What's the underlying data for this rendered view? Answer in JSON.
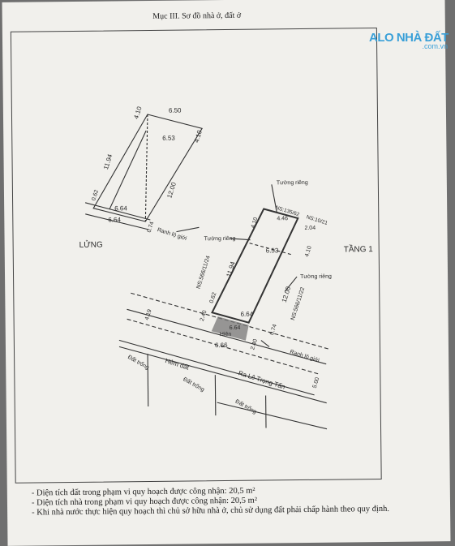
{
  "header": {
    "title": "Mục III. Sơ đồ nhà ở, đất ở"
  },
  "watermark": {
    "brand": "ALO NHÀ ĐẤT",
    "domain": ".com.vn",
    "color": "#3aa0d8"
  },
  "plan_labels": {
    "left_view": "LỬNG",
    "right_view": "TẦNG 1",
    "wall_1": "Tường riêng",
    "wall_2": "Tường riêng",
    "wall_3": "Tường riêng",
    "boundary_top": "Ranh lộ giới",
    "boundary_bottom": "Ranh lộ giới",
    "neighbor_left": "NS:566/11/24",
    "neighbor_top_a": "NS:135/62",
    "neighbor_top_b": "NS:10/21",
    "neighbor_right": "NS:566/11/22",
    "alley": "Hẻm đất",
    "room": "Hiên",
    "street": "Ra Lê Trọng Tấn",
    "empty_land_1": "Đất trống",
    "empty_land_2": "Đất trống",
    "empty_land_3": "Đất trống"
  },
  "dimensions": {
    "lung_top": "6.50",
    "lung_inner_top": "6.53",
    "lung_left": "11.94",
    "lung_right": "12.00",
    "lung_tl": "4.10",
    "lung_tr": "4.10",
    "lung_bottom_a": "6.64",
    "lung_bottom_b": "6.64",
    "lung_small_a": "0.62",
    "lung_small_b": "0.74",
    "t1_top": "4.46",
    "t1_top_r": "2.04",
    "t1_tl": "4.10",
    "t1_tr": "4.10",
    "t1_inner": "6.53",
    "t1_left": "11.94",
    "t1_right": "12.00",
    "t1_left_small": "0.62",
    "t1_mid_a": "6.64",
    "t1_mid_b": "6.64",
    "t1_bottom": "6.66",
    "t1_side_a": "2.40",
    "t1_side_b": "2.40",
    "t1_right_small": "0.74",
    "road_left": "4.19",
    "road_right": "5.00"
  },
  "notes": [
    "- Diện tích đất trong phạm vi quy hoạch được công nhận: 20,5 m²",
    "- Diện tích nhà trong phạm vi quy hoạch được công nhận: 20,5 m²",
    "- Khi nhà nước thực hiện quy hoạch thì chủ sở hữu nhà ở, chủ sử dụng đất phải chấp hành theo quy định."
  ]
}
